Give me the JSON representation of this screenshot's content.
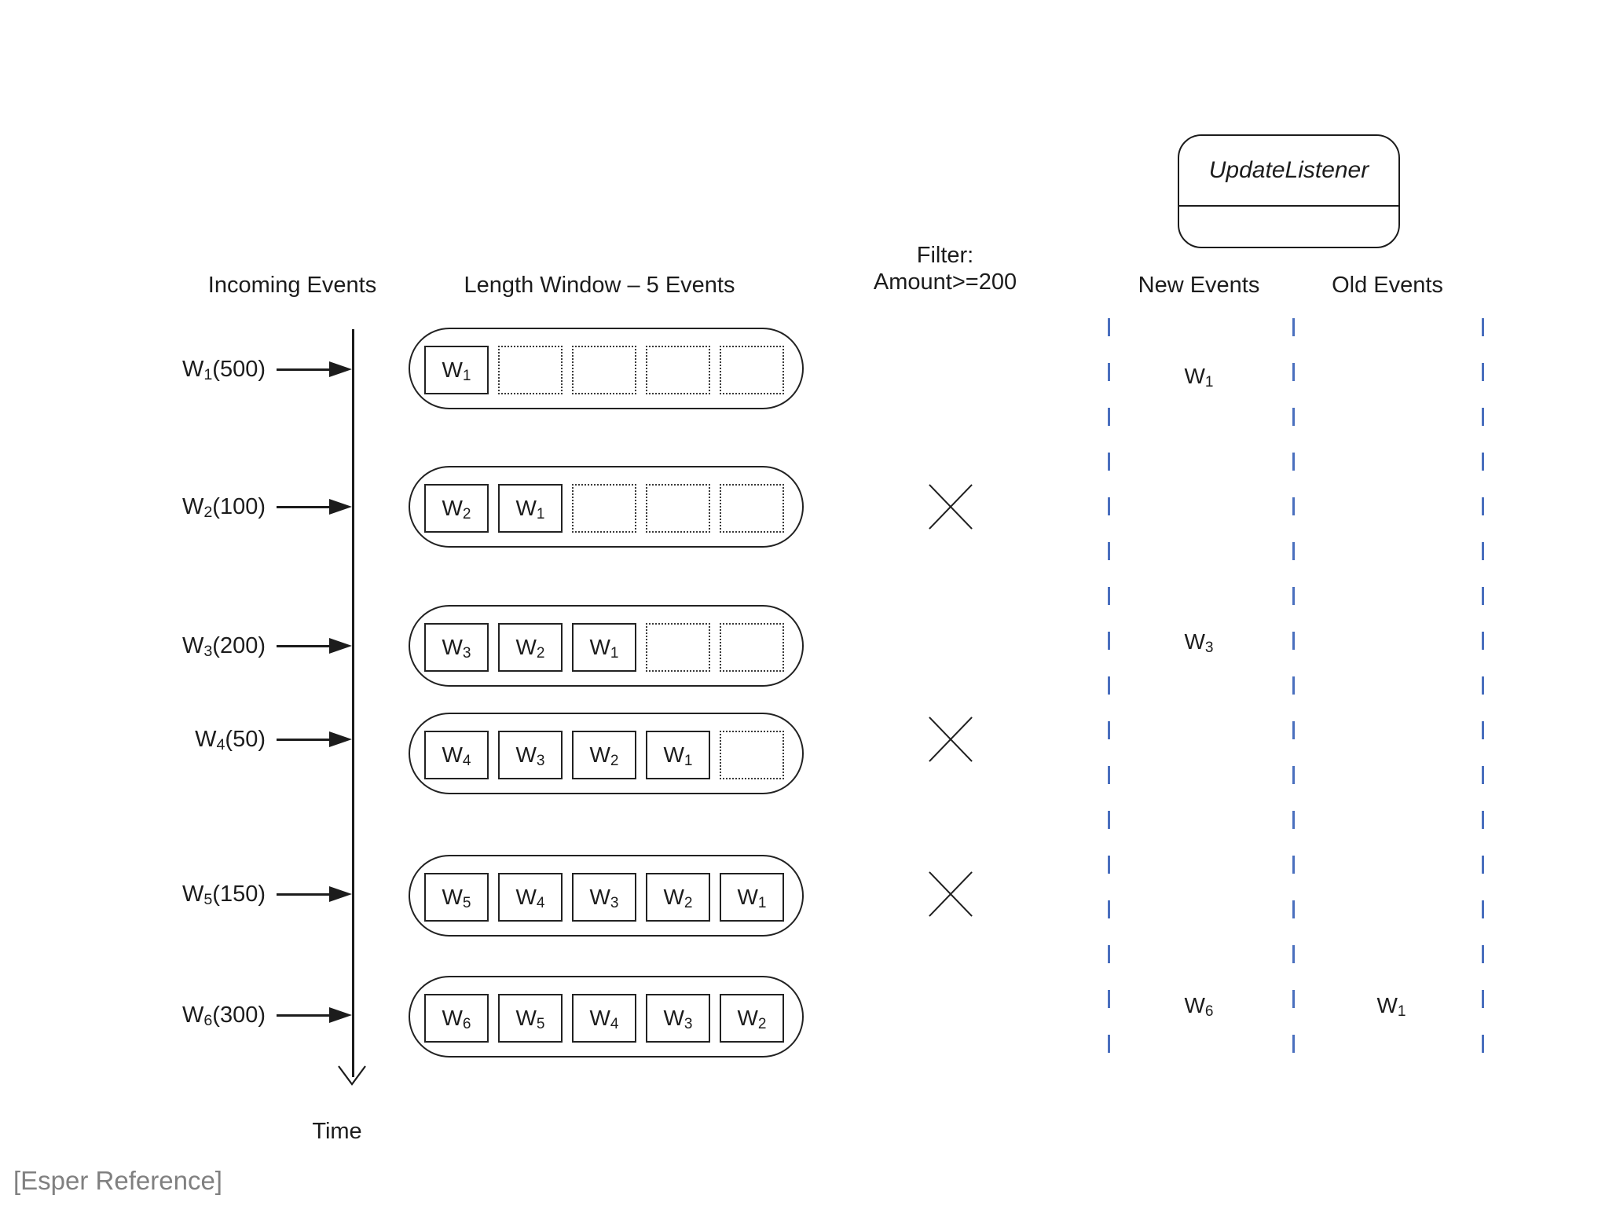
{
  "headers": {
    "incoming": "Incoming Events",
    "window": "Length Window – 5 Events",
    "filter_line1": "Filter:",
    "filter_line2": "Amount>=200",
    "new_events": "New Events",
    "old_events": "Old Events"
  },
  "listener": {
    "label": "UpdateListener"
  },
  "time_axis": {
    "label": "Time"
  },
  "footer": {
    "reference": "[Esper Reference]"
  },
  "colors": {
    "ink": "#1c1c1c",
    "dashed_line_blue": "#4a6fbe",
    "reference_gray": "#808080"
  },
  "window_capacity": 5,
  "rows": [
    {
      "event": {
        "w": "W",
        "sub": "1",
        "amount": "(500)"
      },
      "window_slots": [
        {
          "w": "W",
          "sub": "1"
        },
        null,
        null,
        null,
        null
      ],
      "filtered": false,
      "new_event": {
        "w": "W",
        "sub": "1"
      },
      "old_event": null
    },
    {
      "event": {
        "w": "W",
        "sub": "2",
        "amount": "(100)"
      },
      "window_slots": [
        {
          "w": "W",
          "sub": "2"
        },
        {
          "w": "W",
          "sub": "1"
        },
        null,
        null,
        null
      ],
      "filtered": true,
      "new_event": null,
      "old_event": null
    },
    {
      "event": {
        "w": "W",
        "sub": "3",
        "amount": "(200)"
      },
      "window_slots": [
        {
          "w": "W",
          "sub": "3"
        },
        {
          "w": "W",
          "sub": "2"
        },
        {
          "w": "W",
          "sub": "1"
        },
        null,
        null
      ],
      "filtered": false,
      "new_event": {
        "w": "W",
        "sub": "3"
      },
      "old_event": null
    },
    {
      "event": {
        "w": "W",
        "sub": "4",
        "amount": "(50)"
      },
      "window_slots": [
        {
          "w": "W",
          "sub": "4"
        },
        {
          "w": "W",
          "sub": "3"
        },
        {
          "w": "W",
          "sub": "2"
        },
        {
          "w": "W",
          "sub": "1"
        },
        null
      ],
      "filtered": true,
      "new_event": null,
      "old_event": null
    },
    {
      "event": {
        "w": "W",
        "sub": "5",
        "amount": "(150)"
      },
      "window_slots": [
        {
          "w": "W",
          "sub": "5"
        },
        {
          "w": "W",
          "sub": "4"
        },
        {
          "w": "W",
          "sub": "3"
        },
        {
          "w": "W",
          "sub": "2"
        },
        {
          "w": "W",
          "sub": "1"
        }
      ],
      "filtered": true,
      "new_event": null,
      "old_event": null
    },
    {
      "event": {
        "w": "W",
        "sub": "6",
        "amount": "(300)"
      },
      "window_slots": [
        {
          "w": "W",
          "sub": "6"
        },
        {
          "w": "W",
          "sub": "5"
        },
        {
          "w": "W",
          "sub": "4"
        },
        {
          "w": "W",
          "sub": "3"
        },
        {
          "w": "W",
          "sub": "2"
        }
      ],
      "filtered": false,
      "new_event": {
        "w": "W",
        "sub": "6"
      },
      "old_event": {
        "w": "W",
        "sub": "1"
      }
    }
  ]
}
